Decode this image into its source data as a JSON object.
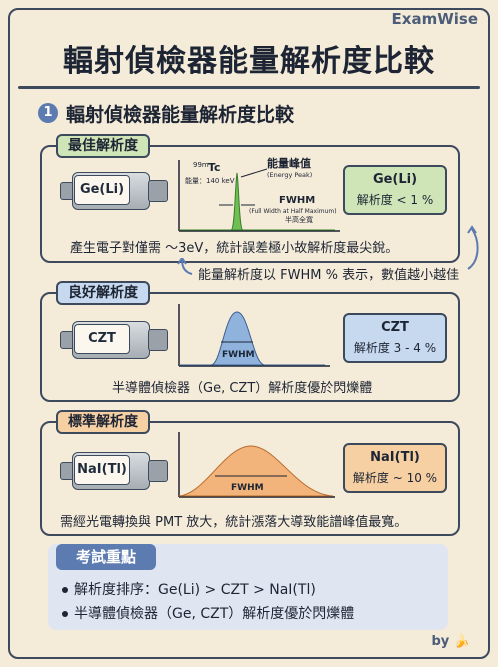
{
  "header": {
    "brand": "ExamWise",
    "title": "輻射偵檢器能量解析度比較"
  },
  "section": {
    "number": "1",
    "title": "輻射偵檢器能量解析度比較"
  },
  "panels": [
    {
      "tag": "最佳解析度",
      "detector": "Ge(Li)",
      "result_name": "Ge(Li)",
      "result_value": "解析度 < 1 %",
      "description": "產生電子對僅需 ～3eV，統計誤差極小故解析度最尖銳。",
      "graph": {
        "isotope_sup": "99m",
        "isotope": "Tc",
        "energy_label": "能量：140 keV",
        "peak_label": "能量峰值",
        "peak_label_en": "(Energy Peak)",
        "fwhm": "FWHM",
        "fwhm_en": "(Full Width at Half Maximum)",
        "fwhm_zh": "半高全寬"
      }
    },
    {
      "tag": "良好解析度",
      "detector": "CZT",
      "result_name": "CZT",
      "result_value": "解析度 3 - 4 %",
      "description": "半導體偵檢器（Ge, CZT）解析度優於閃爍體",
      "graph": {
        "fwhm": "FWHM"
      }
    },
    {
      "tag": "標準解析度",
      "detector": "NaI(Tl)",
      "result_name": "NaI(Tl)",
      "result_value": "解析度 ~ 10 %",
      "description": "需經光電轉換與 PMT 放大，統計漲落大導致能譜峰值最寬。",
      "graph": {
        "fwhm": "FWHM"
      }
    }
  ],
  "note": "能量解析度以 FWHM % 表示，數值越小越佳",
  "key_points": {
    "title": "考試重點",
    "items": [
      "解析度排序：Ge(Li) > CZT > NaI(Tl)",
      "半導體偵檢器（Ge, CZT）解析度優於閃爍體"
    ]
  },
  "footer": {
    "by": "by"
  },
  "colors": {
    "green": "#cfe5b8",
    "blue": "#c7d9ee",
    "orange": "#f6cfa3",
    "accent": "#5c7bb0"
  }
}
